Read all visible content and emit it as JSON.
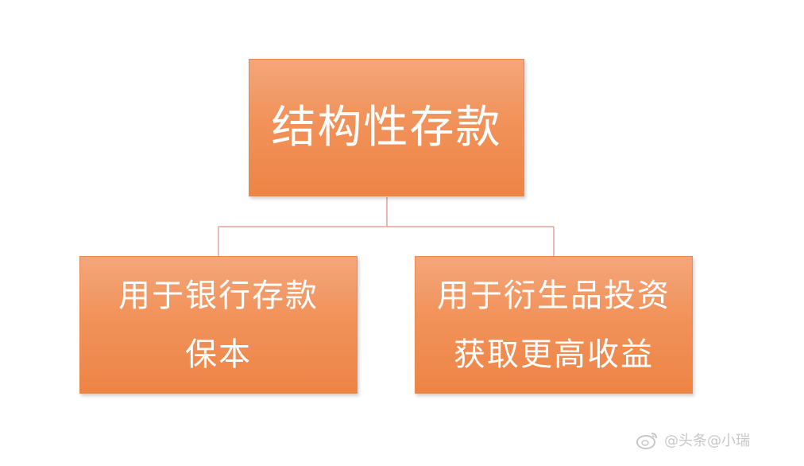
{
  "diagram": {
    "root": {
      "label": "结构性存款"
    },
    "children": [
      {
        "lines": [
          "用于银行存款",
          "保本"
        ]
      },
      {
        "lines": [
          "用于衍生品投资",
          "获取更高收益"
        ]
      }
    ]
  },
  "watermark": {
    "text": "@头条@小瑞"
  },
  "colors": {
    "box_fill_top": "#f4a67a",
    "box_fill_bottom": "#ee8445",
    "connector": "#e3a39a",
    "text": "#ffffff"
  }
}
